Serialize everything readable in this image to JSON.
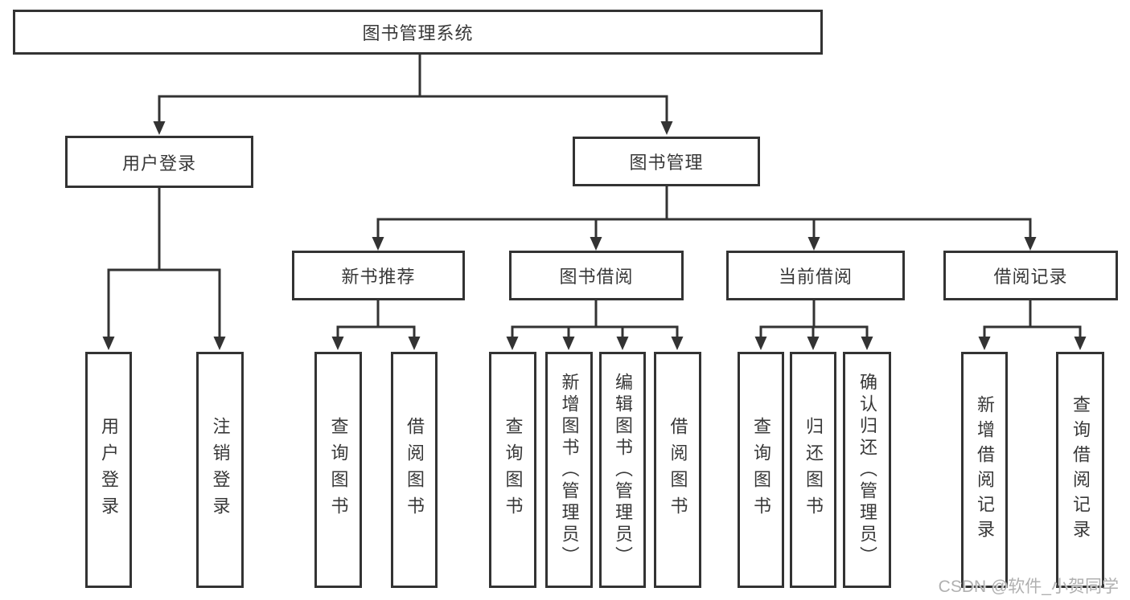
{
  "diagram": {
    "type": "hierarchy-tree",
    "watermark": {
      "text": "CSDN @软件_小贺同学"
    },
    "colors": {
      "line": "#333333",
      "text": "#383838",
      "background": "#ffffff",
      "watermark": "#b0b0b0"
    },
    "tree": {
      "label": "图书管理系统",
      "children": [
        {
          "label": "用户登录",
          "children": [
            {
              "label": "用户登录"
            },
            {
              "label": "注销登录"
            }
          ]
        },
        {
          "label": "图书管理",
          "children": [
            {
              "label": "新书推荐",
              "children": [
                {
                  "label": "查询图书"
                },
                {
                  "label": "借阅图书"
                }
              ]
            },
            {
              "label": "图书借阅",
              "children": [
                {
                  "label": "查询图书"
                },
                {
                  "label": "新增图书（管理员）"
                },
                {
                  "label": "编辑图书（管理员）"
                },
                {
                  "label": "借阅图书"
                }
              ]
            },
            {
              "label": "当前借阅",
              "children": [
                {
                  "label": "查询图书"
                },
                {
                  "label": "归还图书"
                },
                {
                  "label": "确认归还（管理员）"
                }
              ]
            },
            {
              "label": "借阅记录",
              "children": [
                {
                  "label": "新增借阅记录"
                },
                {
                  "label": "查询借阅记录"
                }
              ]
            }
          ]
        }
      ]
    }
  }
}
